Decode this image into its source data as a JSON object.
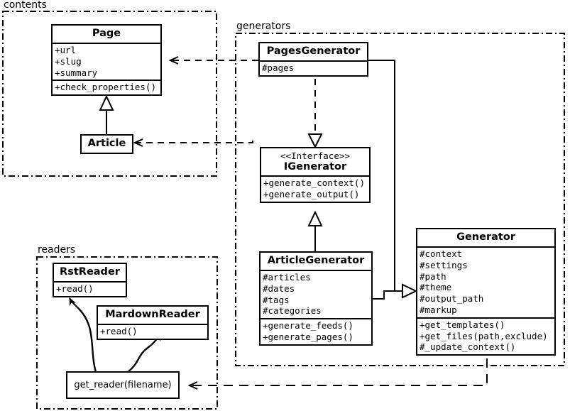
{
  "diagram": {
    "title": "Pelican architecture UML class diagram",
    "background": "#ffffff",
    "line_color": "#000000"
  },
  "packages": [
    {
      "id": "contents",
      "label": "contents"
    },
    {
      "id": "generators",
      "label": "generators"
    },
    {
      "id": "readers",
      "label": "readers"
    }
  ],
  "classes": {
    "page": {
      "name": "Page",
      "attributes": [
        "+url",
        "+slug",
        "+summary"
      ],
      "operations": [
        "+check_properties()"
      ]
    },
    "article": {
      "name": "Article",
      "attributes": [],
      "operations": []
    },
    "pages_generator": {
      "name": "PagesGenerator",
      "attributes": [
        "#pages"
      ],
      "operations": []
    },
    "igenerator": {
      "stereotype": "<<Interface>>",
      "name": "IGenerator",
      "attributes": [],
      "operations": [
        "+generate_context()",
        "+generate_output()"
      ]
    },
    "article_generator": {
      "name": "ArticleGenerator",
      "attributes": [
        "#articles",
        "#dates",
        "#tags",
        "#categories"
      ],
      "operations": [
        "+generate_feeds()",
        "+generate_pages()"
      ]
    },
    "generator": {
      "name": "Generator",
      "attributes": [
        "#context",
        "#settings",
        "#path",
        "#theme",
        "#output_path",
        "#markup"
      ],
      "operations": [
        "+get_templates()",
        "+get_files(path,exclude)",
        "#_update_context()"
      ]
    },
    "rst_reader": {
      "name": "RstReader",
      "attributes": [],
      "operations": [
        "+read()"
      ]
    },
    "markdown_reader": {
      "name": "MardownReader",
      "attributes": [],
      "operations": [
        "+read()"
      ]
    },
    "get_reader": {
      "name": "get_reader(filename)"
    }
  },
  "relations": [
    {
      "id": "article-inherits-page",
      "type": "generalization",
      "from": "Article",
      "to": "Page"
    },
    {
      "id": "pagesgenerator-implements-igenerator",
      "type": "realization",
      "from": "PagesGenerator",
      "to": "IGenerator"
    },
    {
      "id": "articlegenerator-implements-igenerator",
      "type": "generalization",
      "from": "ArticleGenerator",
      "to": "IGenerator"
    },
    {
      "id": "pagesgenerator-extends-generator",
      "type": "generalization",
      "from": "PagesGenerator",
      "to": "Generator"
    },
    {
      "id": "articlegenerator-extends-generator",
      "type": "generalization",
      "from": "ArticleGenerator",
      "to": "Generator"
    },
    {
      "id": "pagesgenerator-uses-page",
      "type": "dependency",
      "from": "PagesGenerator",
      "to": "Page"
    },
    {
      "id": "generators-uses-article",
      "type": "dependency",
      "from": "generators",
      "to": "Article"
    },
    {
      "id": "generators-uses-get-reader",
      "type": "dependency",
      "from": "Generator",
      "to": "get_reader(filename)"
    },
    {
      "id": "get-reader-returns-rstreader",
      "type": "association",
      "from": "get_reader(filename)",
      "to": "RstReader"
    },
    {
      "id": "get-reader-returns-markdownreader",
      "type": "association",
      "from": "get_reader(filename)",
      "to": "MardownReader"
    }
  ]
}
